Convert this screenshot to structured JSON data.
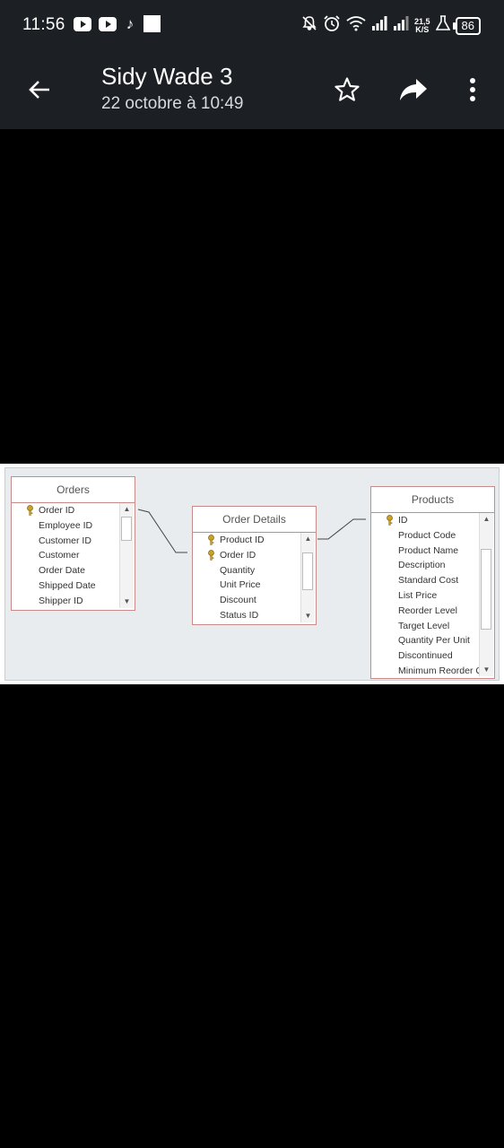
{
  "status_bar": {
    "time": "11:56",
    "network_speed_top": "21,5",
    "network_speed_unit": "K/S",
    "battery": "86"
  },
  "app_bar": {
    "title": "Sidy Wade 3",
    "subtitle": "22 octobre à 10:49"
  },
  "diagram": {
    "tables": [
      {
        "name": "Orders",
        "fields": [
          {
            "label": "Order ID",
            "key": true
          },
          {
            "label": "Employee ID",
            "key": false
          },
          {
            "label": "Customer ID",
            "key": false
          },
          {
            "label": "Customer",
            "key": false
          },
          {
            "label": "Order Date",
            "key": false
          },
          {
            "label": "Shipped Date",
            "key": false
          },
          {
            "label": "Shipper ID",
            "key": false
          }
        ]
      },
      {
        "name": "Order Details",
        "fields": [
          {
            "label": "Product ID",
            "key": true
          },
          {
            "label": "Order ID",
            "key": true
          },
          {
            "label": "Quantity",
            "key": false
          },
          {
            "label": "Unit Price",
            "key": false
          },
          {
            "label": "Discount",
            "key": false
          },
          {
            "label": "Status ID",
            "key": false
          }
        ]
      },
      {
        "name": "Products",
        "fields": [
          {
            "label": "ID",
            "key": true
          },
          {
            "label": "Product Code",
            "key": false
          },
          {
            "label": "Product Name",
            "key": false
          },
          {
            "label": "Description",
            "key": false
          },
          {
            "label": "Standard Cost",
            "key": false
          },
          {
            "label": "List Price",
            "key": false
          },
          {
            "label": "Reorder Level",
            "key": false
          },
          {
            "label": "Target Level",
            "key": false
          },
          {
            "label": "Quantity Per Unit",
            "key": false
          },
          {
            "label": "Discontinued",
            "key": false
          },
          {
            "label": "Minimum Reorder Q",
            "key": false
          }
        ]
      }
    ]
  }
}
